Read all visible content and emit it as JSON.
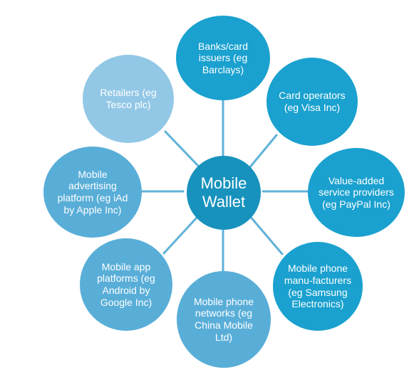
{
  "diagram": {
    "hub": {
      "label": "Mobile Wallet",
      "line1": "Mobile",
      "line2": "Wallet"
    },
    "nodes": [
      {
        "id": "banks",
        "label": "Banks/card issuers (eg Barclays)",
        "shade": "#1aa1cf"
      },
      {
        "id": "card-operators",
        "label": "Card operators (eg Visa Inc)",
        "shade": "#1aa1cf"
      },
      {
        "id": "value-added",
        "label": "Value-added service providers (eg PayPal Inc)",
        "shade": "#1aa1cf"
      },
      {
        "id": "phone-manufacturers",
        "label": "Mobile phone manu-facturers (eg Samsung Electronics)",
        "shade": "#1aa1cf"
      },
      {
        "id": "phone-networks",
        "label": "Mobile phone networks (eg China Mobile Ltd)",
        "shade": "#59aed8"
      },
      {
        "id": "app-platforms",
        "label": "Mobile app platforms (eg Android by Google Inc)",
        "shade": "#59aed8"
      },
      {
        "id": "advertising",
        "label": "Mobile advertising platform (eg iAd by Apple Inc)",
        "shade": "#59aed8"
      },
      {
        "id": "retailers",
        "label": "Retailers (eg Tesco plc)",
        "shade": "#92c7e6"
      }
    ],
    "colors": {
      "hub": "#1792bd",
      "dark": "#1aa1cf",
      "mid": "#59aed8",
      "light": "#92c7e6",
      "connector": "#5fb2d8"
    }
  }
}
